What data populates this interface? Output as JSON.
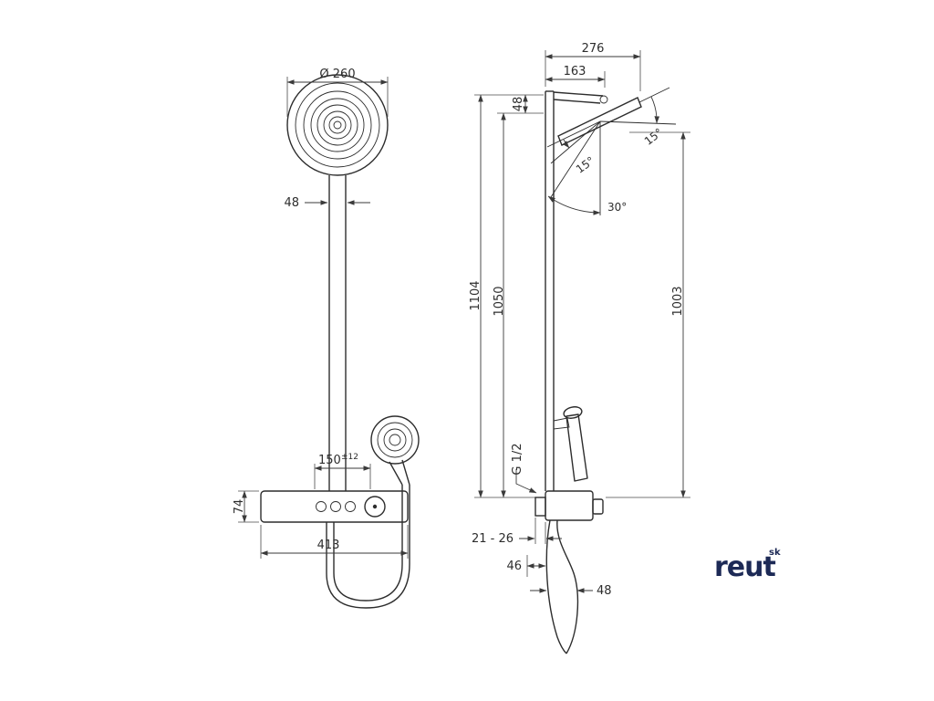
{
  "drawing": {
    "front_view": {
      "dim_head_diameter": "Ø 260",
      "dim_pipe_width": "48",
      "dim_offset_value": "150",
      "dim_offset_tolerance": "±12",
      "dim_body_height": "74",
      "dim_body_width": "413"
    },
    "side_view": {
      "dim_reach": "276",
      "dim_arm_reach": "163",
      "dim_head_edge": "48",
      "dim_height_total": "1104",
      "dim_height_bar": "1050",
      "dim_height_handshower": "1003",
      "angle_left": "15°",
      "angle_right": "15°",
      "angle_swivel": "30°",
      "thread": "G 1/2",
      "dim_wall_distance": "21 - 26",
      "dim_hose_offset": "46",
      "dim_hose_loop": "48"
    },
    "logo": {
      "text": "reut",
      "suffix": "sk"
    }
  }
}
